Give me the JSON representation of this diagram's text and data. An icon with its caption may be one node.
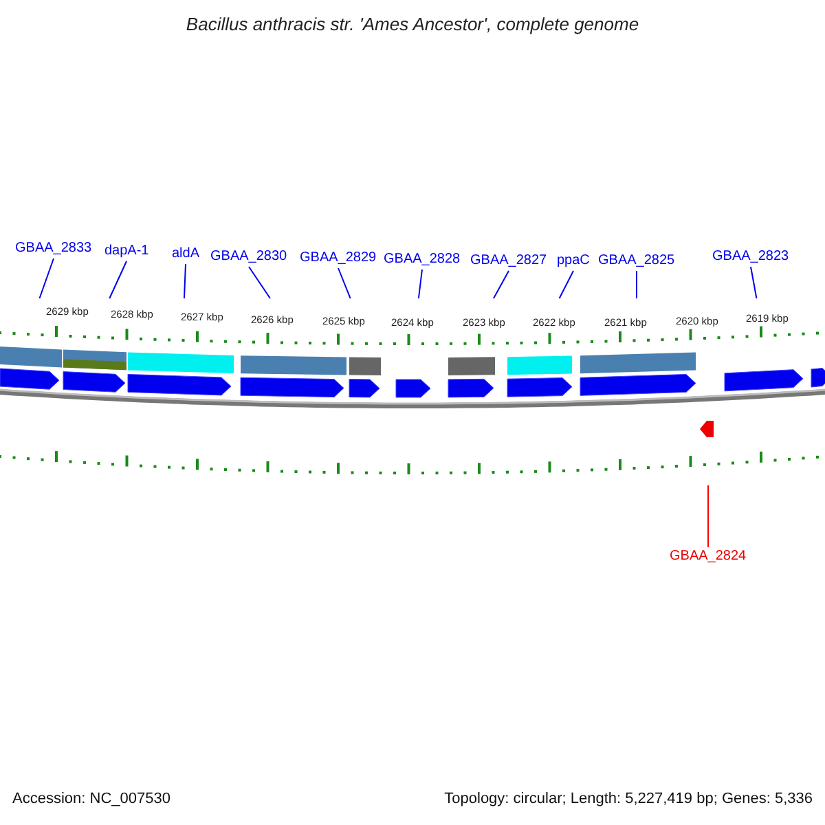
{
  "diagram": {
    "title": "Bacillus anthracis str. 'Ames Ancestor', complete genome",
    "nodes": [
      {
        "text": [
          "GBAA_2833"
        ]
      },
      {
        "text": [
          "dapA-1"
        ]
      },
      {
        "text": [
          "aldA"
        ]
      },
      {
        "text": [
          "GBAA_2830"
        ]
      },
      {
        "text": [
          "GBAA_2829"
        ]
      },
      {
        "text": [
          "GBAA_2828"
        ]
      },
      {
        "text": [
          "GBAA_2827"
        ]
      },
      {
        "text": [
          "ppaC"
        ]
      },
      {
        "text": [
          "GBAA_2825"
        ]
      },
      {
        "text": [
          "GBAA_2823"
        ]
      },
      {
        "text": [
          "GBAA_2824"
        ]
      }
    ],
    "edges": [
      {
        "from": 0,
        "to": null,
        "arrow": "none"
      },
      {
        "from": 1,
        "to": null,
        "arrow": "none"
      },
      {
        "from": 2,
        "to": null,
        "arrow": "none"
      },
      {
        "from": 3,
        "to": null,
        "arrow": "none"
      },
      {
        "from": 4,
        "to": null,
        "arrow": "none"
      },
      {
        "from": 5,
        "to": null,
        "arrow": "none"
      },
      {
        "from": 6,
        "to": null,
        "arrow": "none"
      },
      {
        "from": 7,
        "to": null,
        "arrow": "none"
      },
      {
        "from": 8,
        "to": null,
        "arrow": "none"
      },
      {
        "from": 9,
        "to": null,
        "arrow": "none"
      },
      {
        "from": 10,
        "to": null,
        "arrow": "none",
        "color": "#ff0000"
      }
    ],
    "labels": [
      "2629 kbp",
      "2628 kbp",
      "2627 kbp",
      "2626 kbp",
      "2625 kbp",
      "2624 kbp",
      "2623 kbp",
      "2622 kbp",
      "2621 kbp",
      "2620 kbp",
      "2619 kbp",
      "Accession: NC_007530",
      "Topology: circular; Length: 5,227,419 bp; Genes: 5,336"
    ]
  }
}
